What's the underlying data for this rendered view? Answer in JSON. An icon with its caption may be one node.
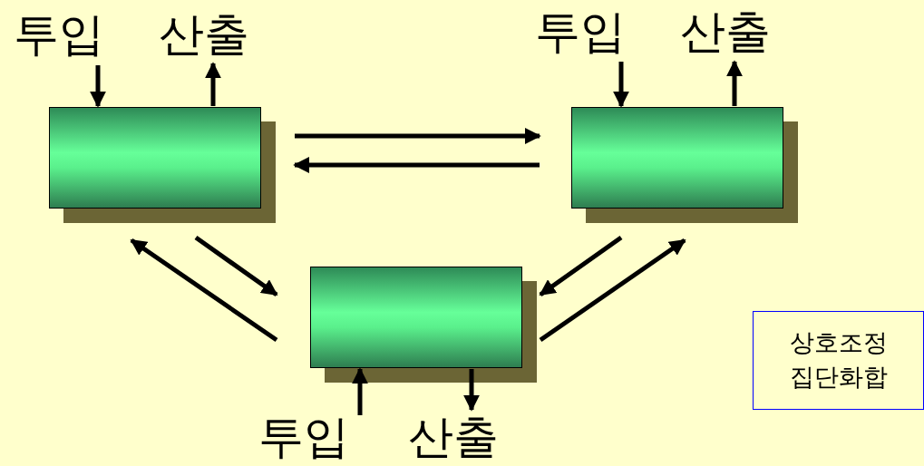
{
  "diagram": {
    "nodes": [
      {
        "text": [
          "투입"
        ]
      },
      {
        "text": [
          "산출"
        ]
      },
      {
        "text": [
          "투입"
        ]
      },
      {
        "text": [
          "산출"
        ]
      },
      {
        "text": [],
        "shape": "box"
      },
      {
        "text": [],
        "shape": "box"
      },
      {
        "text": [],
        "shape": "box"
      },
      {
        "text": [
          "상호조정 집단화합"
        ]
      },
      {
        "text": [
          "투입"
        ]
      },
      {
        "text": [
          "산출"
        ]
      }
    ],
    "edges": [
      {
        "from": 0,
        "to": 4,
        "arrow": "to"
      },
      {
        "from": 4,
        "to": 1,
        "arrow": "to"
      },
      {
        "from": 2,
        "to": 5,
        "arrow": "to"
      },
      {
        "from": 5,
        "to": 3,
        "arrow": "to"
      },
      {
        "from": 4,
        "to": 5,
        "arrow": "to"
      },
      {
        "from": 5,
        "to": 4,
        "arrow": "to"
      },
      {
        "from": 4,
        "to": 6,
        "arrow": "to"
      },
      {
        "from": 6,
        "to": 4,
        "arrow": "to"
      },
      {
        "from": 5,
        "to": 6,
        "arrow": "to"
      },
      {
        "from": 6,
        "to": 5,
        "arrow": "to"
      },
      {
        "from": 8,
        "to": 6,
        "arrow": "to"
      },
      {
        "from": 6,
        "to": 9,
        "arrow": "to"
      }
    ]
  }
}
